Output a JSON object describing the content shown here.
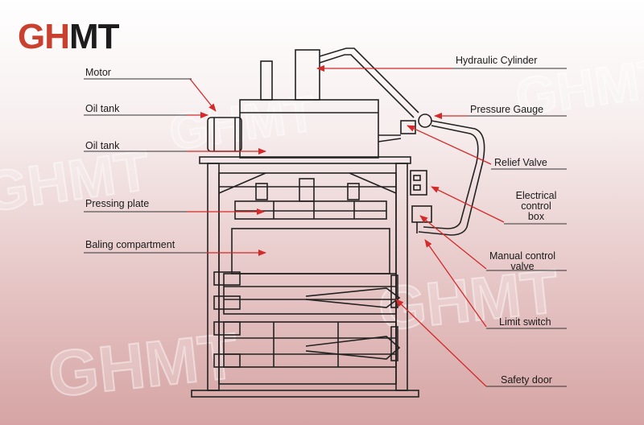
{
  "logo": {
    "brand_part1": "GH",
    "brand_part2": "MT"
  },
  "watermark": "GHMT",
  "labels": {
    "motor": "Motor",
    "oil_tank_1": "Oil tank",
    "oil_tank_2": "Oil tank",
    "pressing_plate": "Pressing plate",
    "baling_compartment": "Baling compartment",
    "hydraulic_cylinder": "Hydraulic Cylinder",
    "pressure_gauge": "Pressure Gauge",
    "relief_valve": "Relief Valve",
    "electrical_control_box": [
      "Electrical",
      "control",
      "box"
    ],
    "manual_control_valve": [
      "Manual control",
      "valve"
    ],
    "limit_switch": "Limit switch",
    "safety_door": "Safety door"
  },
  "colors": {
    "line": "#222222",
    "arrow": "#d42a2a",
    "leader": "#333333",
    "logo_accent": "#c9402f"
  }
}
